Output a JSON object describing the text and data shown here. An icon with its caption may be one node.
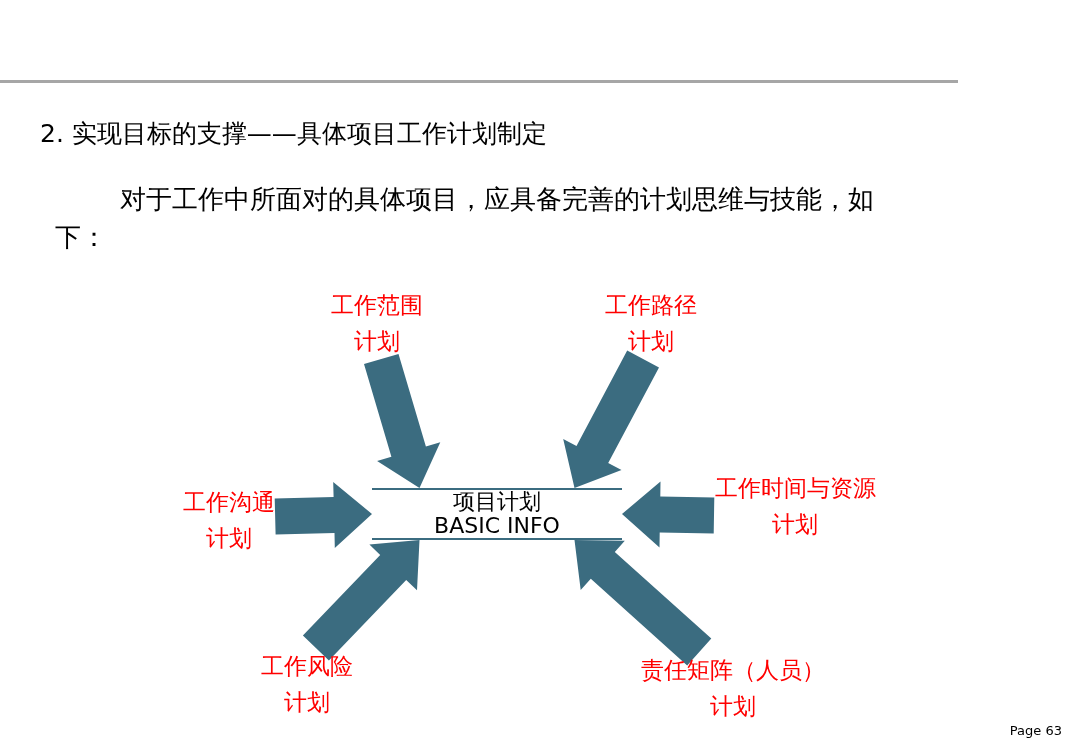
{
  "diagram": {
    "title": "2. 实现目标的支撑——具体项目工作计划制定",
    "nodes": [
      {
        "text": [
          "项目计划 BASIC INFO"
        ]
      },
      {
        "text": [
          "工作范围计划"
        ]
      },
      {
        "text": [
          "工作路径计划"
        ]
      },
      {
        "text": [
          "工作沟通计划"
        ]
      },
      {
        "text": [
          "工作时间与资源计划"
        ]
      },
      {
        "text": [
          "工作风险计划"
        ]
      },
      {
        "text": [
          "责任矩阵（人员）计划"
        ]
      }
    ],
    "edges": [
      {
        "from": 1,
        "to": 0,
        "arrow": "to"
      },
      {
        "from": 2,
        "to": 0,
        "arrow": "to"
      },
      {
        "from": 3,
        "to": 0,
        "arrow": "to"
      },
      {
        "from": 4,
        "to": 0,
        "arrow": "to"
      },
      {
        "from": 5,
        "to": 0,
        "arrow": "to"
      },
      {
        "from": 6,
        "to": 0,
        "arrow": "to"
      }
    ],
    "labels": [
      "对于工作中所面对的具体项目，应具备完善的计划思维与技能，如下：",
      "Page 63"
    ]
  }
}
